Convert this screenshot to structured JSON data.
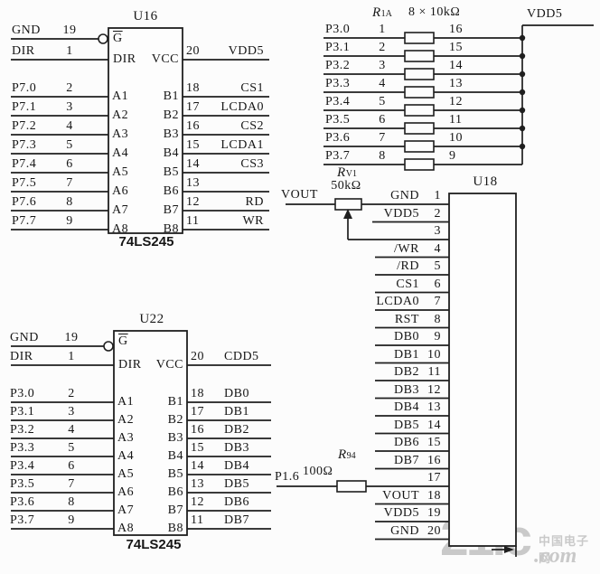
{
  "colors": {
    "line": "#1f1f1f",
    "text": "#161616",
    "background": "#fcfcfc",
    "watermark": "#c9c9c9"
  },
  "u16": {
    "title": "U16",
    "part": "74LS245",
    "enable": {
      "net": "GND",
      "pin": "19",
      "inner": "G"
    },
    "dir": {
      "net": "DIR",
      "pin": "1",
      "inner": "DIR"
    },
    "vcc": {
      "pin": "20",
      "net": "VDD5",
      "inner": "VCC"
    },
    "a_pins": [
      {
        "net": "P7.0",
        "pin": "2",
        "inner": "A1"
      },
      {
        "net": "P7.1",
        "pin": "3",
        "inner": "A2"
      },
      {
        "net": "P7.2",
        "pin": "4",
        "inner": "A3"
      },
      {
        "net": "P7.3",
        "pin": "5",
        "inner": "A4"
      },
      {
        "net": "P7.4",
        "pin": "6",
        "inner": "A5"
      },
      {
        "net": "P7.5",
        "pin": "7",
        "inner": "A6"
      },
      {
        "net": "P7.6",
        "pin": "8",
        "inner": "A7"
      },
      {
        "net": "P7.7",
        "pin": "9",
        "inner": "A8"
      }
    ],
    "b_pins": [
      {
        "pin": "18",
        "net": "CS1",
        "inner": "B1"
      },
      {
        "pin": "17",
        "net": "LCDA0",
        "inner": "B2"
      },
      {
        "pin": "16",
        "net": "CS2",
        "inner": "B3"
      },
      {
        "pin": "15",
        "net": "LCDA1",
        "inner": "B4"
      },
      {
        "pin": "14",
        "net": "CS3",
        "inner": "B5"
      },
      {
        "pin": "13",
        "net": "",
        "inner": "B6"
      },
      {
        "pin": "12",
        "net": "RD",
        "inner": "B7"
      },
      {
        "pin": "11",
        "net": "WR",
        "inner": "B8"
      }
    ]
  },
  "u22": {
    "title": "U22",
    "part": "74LS245",
    "enable": {
      "net": "GND",
      "pin": "19",
      "inner": "G"
    },
    "dir": {
      "net": "DIR",
      "pin": "1",
      "inner": "DIR"
    },
    "vcc": {
      "pin": "20",
      "net": "CDD5",
      "inner": "VCC"
    },
    "a_pins": [
      {
        "net": "P3.0",
        "pin": "2",
        "inner": "A1"
      },
      {
        "net": "P3.1",
        "pin": "3",
        "inner": "A2"
      },
      {
        "net": "P3.2",
        "pin": "4",
        "inner": "A3"
      },
      {
        "net": "P3.3",
        "pin": "5",
        "inner": "A4"
      },
      {
        "net": "P3.4",
        "pin": "6",
        "inner": "A5"
      },
      {
        "net": "P3.5",
        "pin": "7",
        "inner": "A6"
      },
      {
        "net": "P3.6",
        "pin": "8",
        "inner": "A7"
      },
      {
        "net": "P3.7",
        "pin": "9",
        "inner": "A8"
      }
    ],
    "b_pins": [
      {
        "pin": "18",
        "net": "DB0",
        "inner": "B1"
      },
      {
        "pin": "17",
        "net": "DB1",
        "inner": "B2"
      },
      {
        "pin": "16",
        "net": "DB2",
        "inner": "B3"
      },
      {
        "pin": "15",
        "net": "DB3",
        "inner": "B4"
      },
      {
        "pin": "14",
        "net": "DB4",
        "inner": "B5"
      },
      {
        "pin": "13",
        "net": "DB5",
        "inner": "B6"
      },
      {
        "pin": "12",
        "net": "DB6",
        "inner": "B7"
      },
      {
        "pin": "11",
        "net": "DB7",
        "inner": "B8"
      }
    ]
  },
  "rn": {
    "ref": "R",
    "ref_sub": "1A",
    "value": "8 × 10kΩ",
    "rail": "VDD5",
    "rows": [
      {
        "net": "P3.0",
        "left_pin": "1",
        "right_pin": "16"
      },
      {
        "net": "P3.1",
        "left_pin": "2",
        "right_pin": "15"
      },
      {
        "net": "P3.2",
        "left_pin": "3",
        "right_pin": "14"
      },
      {
        "net": "P3.3",
        "left_pin": "4",
        "right_pin": "13"
      },
      {
        "net": "P3.4",
        "left_pin": "5",
        "right_pin": "12"
      },
      {
        "net": "P3.5",
        "left_pin": "6",
        "right_pin": "11"
      },
      {
        "net": "P3.6",
        "left_pin": "7",
        "right_pin": "10"
      },
      {
        "net": "P3.7",
        "left_pin": "8",
        "right_pin": "9"
      }
    ]
  },
  "rv1": {
    "ref": "R",
    "ref_sub": "V1",
    "value": "50kΩ",
    "left_net": "VOUT"
  },
  "r94": {
    "ref": "R",
    "ref_sub": "94",
    "value": "100Ω",
    "left_net": "P1.6"
  },
  "u18": {
    "title": "U18",
    "pins": [
      {
        "net": "GND",
        "pin": "1"
      },
      {
        "net": "VDD5",
        "pin": "2"
      },
      {
        "net": "",
        "pin": "3"
      },
      {
        "net": "/WR",
        "pin": "4"
      },
      {
        "net": "/RD",
        "pin": "5"
      },
      {
        "net": "CS1",
        "pin": "6"
      },
      {
        "net": "LCDA0",
        "pin": "7"
      },
      {
        "net": "RST",
        "pin": "8"
      },
      {
        "net": "DB0",
        "pin": "9"
      },
      {
        "net": "DB1",
        "pin": "10"
      },
      {
        "net": "DB2",
        "pin": "11"
      },
      {
        "net": "DB3",
        "pin": "12"
      },
      {
        "net": "DB4",
        "pin": "13"
      },
      {
        "net": "DB5",
        "pin": "14"
      },
      {
        "net": "DB6",
        "pin": "15"
      },
      {
        "net": "DB7",
        "pin": "16"
      },
      {
        "net": "",
        "pin": "17"
      },
      {
        "net": "VOUT",
        "pin": "18"
      },
      {
        "net": "VDD5",
        "pin": "19"
      },
      {
        "net": "GND",
        "pin": "20"
      }
    ]
  },
  "watermark": {
    "logo": "21ic",
    "suffix": ".com",
    "cn": "中国电子网"
  }
}
